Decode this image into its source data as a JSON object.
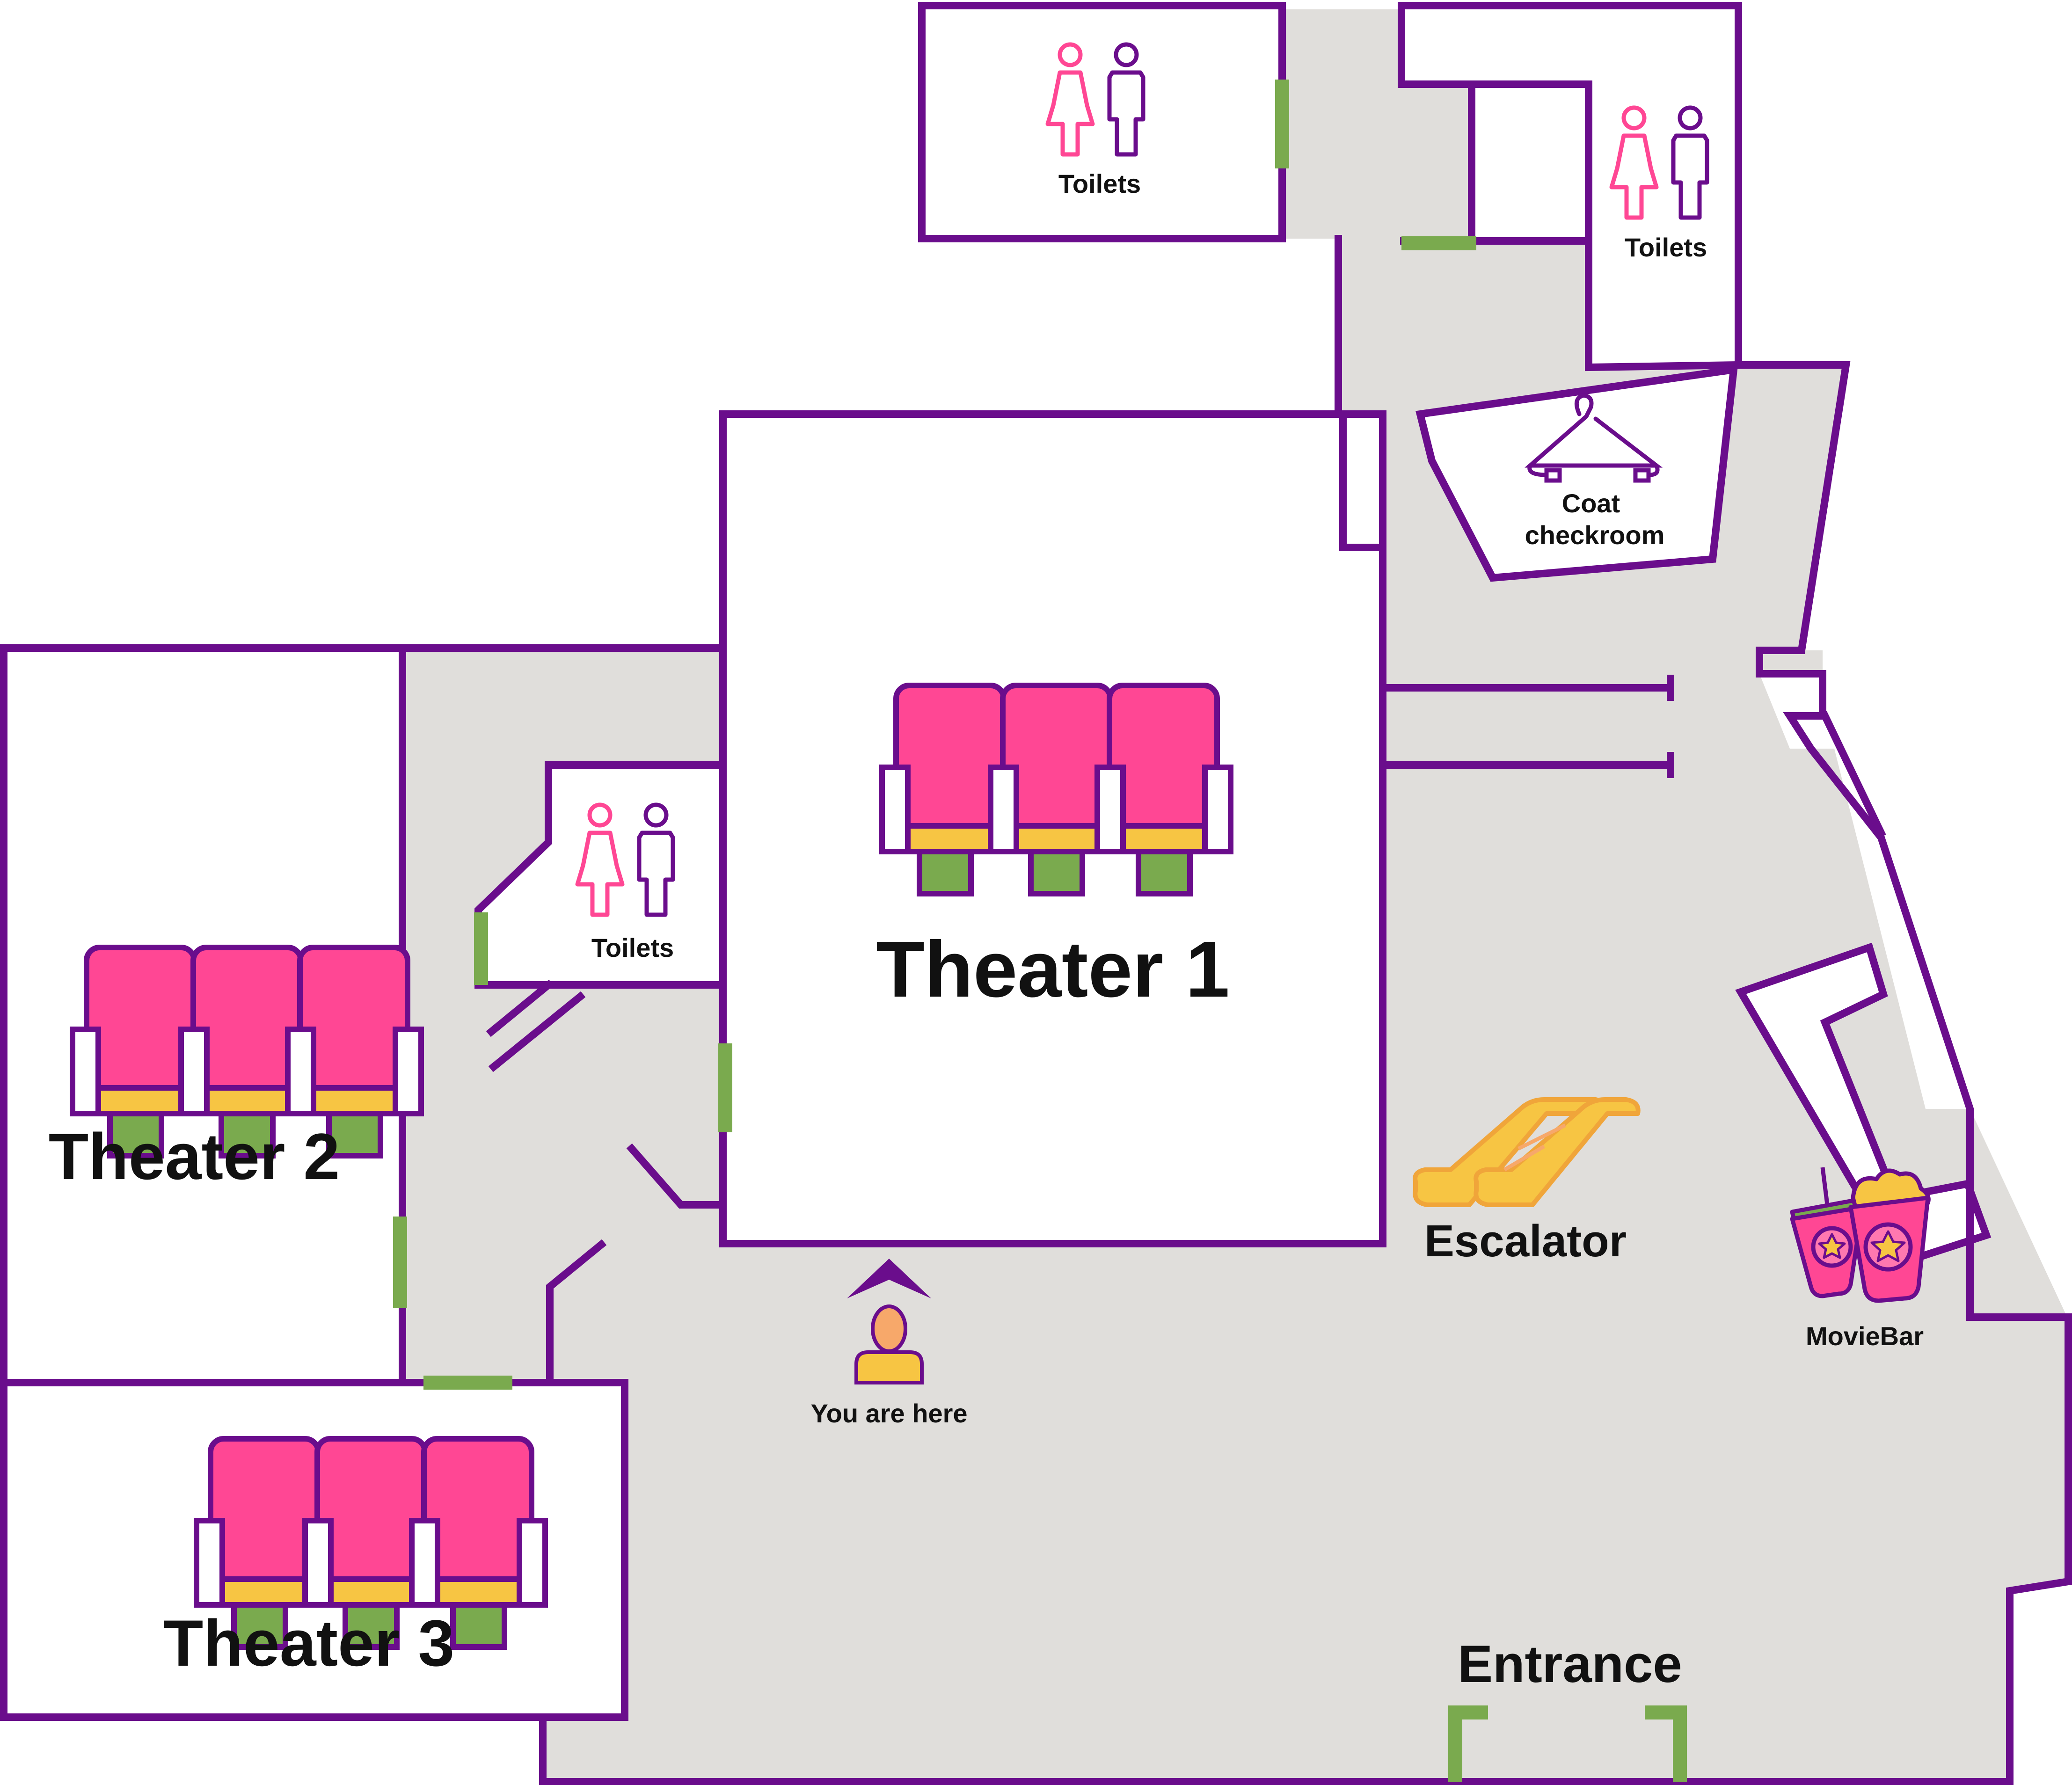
{
  "colors": {
    "wall": "#6a0d8c",
    "floor": "#e0dedb",
    "room": "#ffffff",
    "door": "#7aaa4e",
    "seat": "#ff4794",
    "seat_dark": "#e8367f",
    "seat_base": "#f7c543",
    "seat_leg": "#7aaa4e",
    "female_icon": "#ff4794",
    "male_icon": "#6a0d8c",
    "escalator": "#f7c543",
    "person": "#f7a86a"
  },
  "rooms": {
    "theater1": {
      "label": "Theater 1",
      "icon": "cinema-seats-icon"
    },
    "theater2": {
      "label": "Theater 2",
      "icon": "cinema-seats-icon"
    },
    "theater3": {
      "label": "Theater 3",
      "icon": "cinema-seats-icon"
    },
    "toilets_top": {
      "label": "Toilets",
      "icon": "toilets-icon"
    },
    "toilets_right": {
      "label": "Toilets",
      "icon": "toilets-icon"
    },
    "toilets_mid": {
      "label": "Toilets",
      "icon": "toilets-icon"
    },
    "coat_checkroom": {
      "label_line1": "Coat",
      "label_line2": "checkroom",
      "icon": "hanger-icon"
    }
  },
  "places": {
    "escalator": {
      "label": "Escalator",
      "icon": "escalator-icon"
    },
    "moviebar": {
      "label": "MovieBar",
      "icon": "popcorn-drink-icon"
    },
    "entrance": {
      "label": "Entrance"
    },
    "you_are_here": {
      "label": "You are here",
      "icon": "person-marker-icon"
    }
  }
}
